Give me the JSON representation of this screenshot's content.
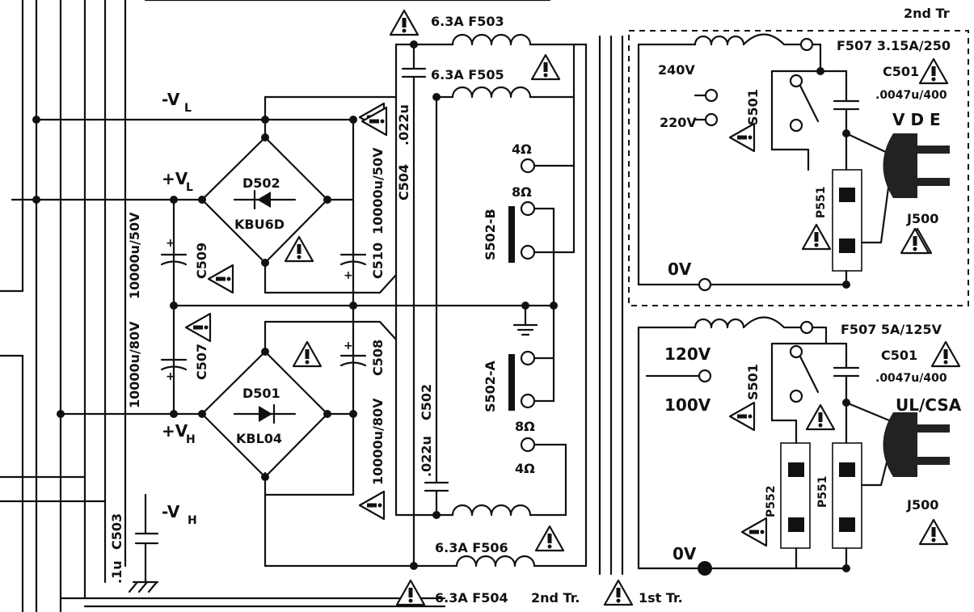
{
  "fuses": {
    "f503": "6.3A  F503",
    "f505": "6.3A  F505",
    "f506": "6.3A  F506",
    "f504": "6.3A  F504",
    "f507_top": "F507  3.15A/250",
    "f507_bottom": "F507  5A/125V"
  },
  "transformer": {
    "second_tr_top": "2nd  Tr",
    "second_tr": "2nd  Tr.",
    "first_tr": "1st  Tr."
  },
  "rails": {
    "neg_vl": "-V",
    "neg_vl_sub": "L",
    "pos_vl": "+V",
    "pos_vl_sub": "L",
    "pos_vh": "+V",
    "pos_vh_sub": "H",
    "neg_vh": "-V",
    "neg_vh_sub": "H"
  },
  "bridges": {
    "d502": "D502",
    "d502_part": "KBU6D",
    "d501": "D501",
    "d501_part": "KBL04"
  },
  "capacitors": {
    "c509": "C509",
    "c509_val": "10000u/50V",
    "c507": "C507",
    "c507_val": "10000u/80V",
    "c510": "C510",
    "c510_val": "10000u/50V",
    "c508": "C508",
    "c508_val": "10000u/80V",
    "c504": "C504",
    "c504_val": ".022u",
    "c502": "C502",
    "c502_val": ".022u",
    "c503": "C503",
    "c503_val": ".1u",
    "c501_top": "C501",
    "c501_top_val": ".0047u/400",
    "c501_bottom": "C501",
    "c501_bottom_val": ".0047u/400"
  },
  "switches": {
    "s502b": "S502-B",
    "s502a": "S502-A",
    "s501_top": "S501",
    "s501_bottom": "S501"
  },
  "impedance": {
    "b_4ohm": "4Ω",
    "b_8ohm": "8Ω",
    "a_8ohm": "8Ω",
    "a_4ohm": "4Ω"
  },
  "mains_top": {
    "v240": "240V",
    "v220": "220V",
    "v0": "0V",
    "vde": "V  D  E",
    "p551": "P551",
    "j500": "J500"
  },
  "mains_bottom": {
    "v120": "120V",
    "v100": "100V",
    "v0": "0V",
    "ulcsa": "UL/CSA",
    "p552": "P552",
    "p551": "P551",
    "j500": "J500"
  }
}
